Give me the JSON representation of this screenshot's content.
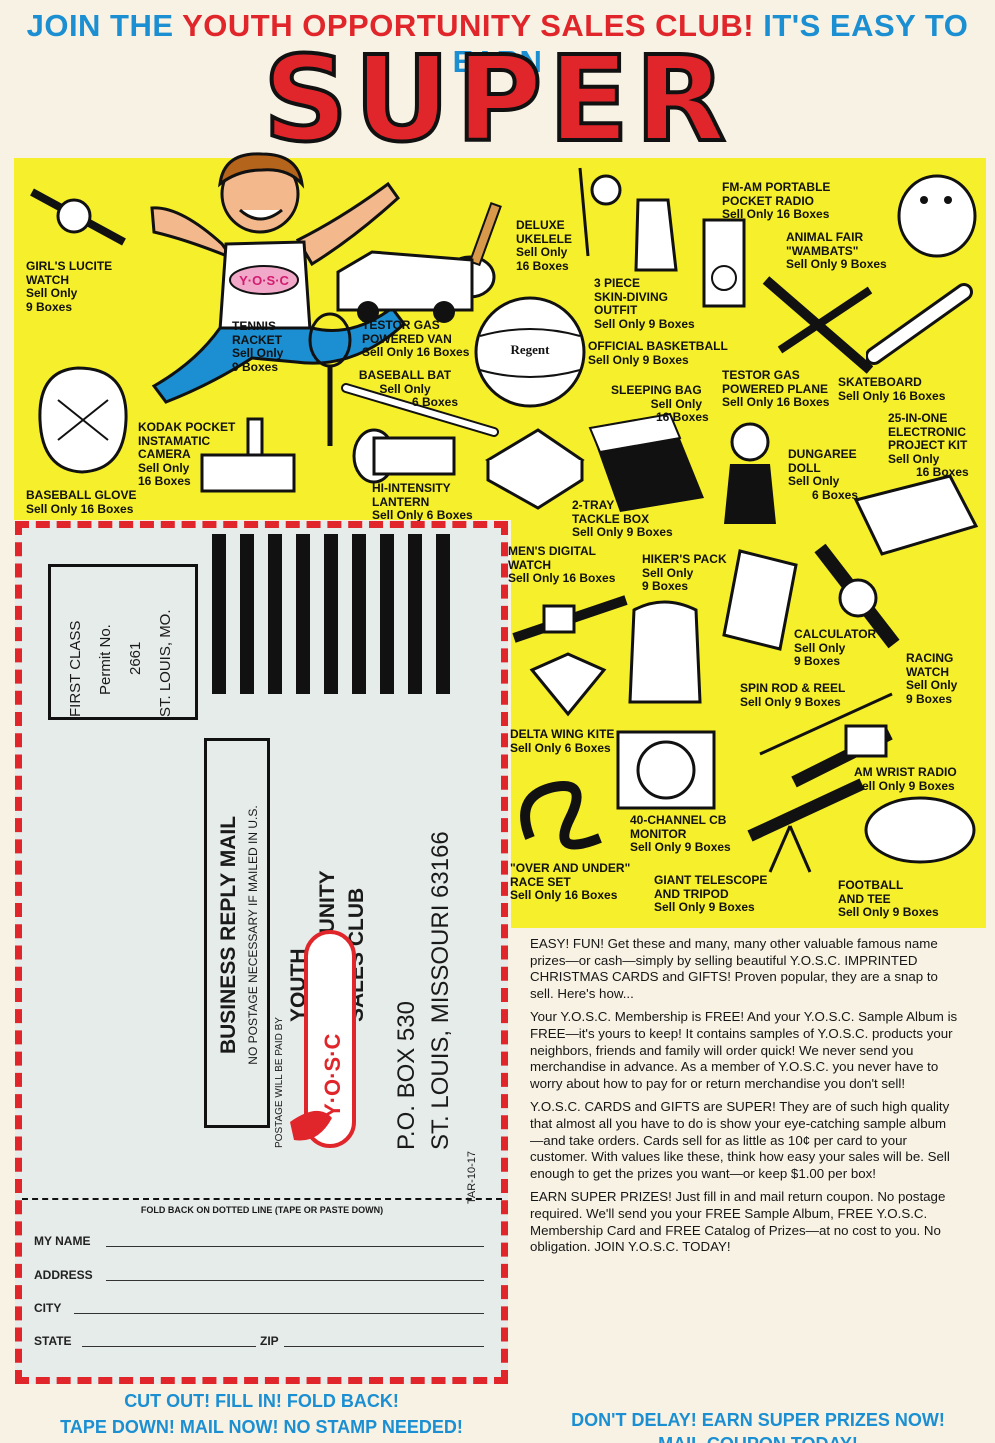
{
  "header": {
    "part1": "JOIN THE",
    "part2": "YOUTH OPPORTUNITY SALES CLUB!",
    "part3": "IT'S EASY TO EARN",
    "title": "SUPER PRIZES"
  },
  "colors": {
    "red": "#e0262a",
    "blue": "#1b8fd2",
    "yellow": "#f6ef2b"
  },
  "mascot": {
    "shirt_text": "Y·O·S·C"
  },
  "prizes": [
    {
      "name": "GIRL'S LUCITE",
      "line2": "WATCH",
      "line3": "Sell Only",
      "line4": "9 Boxes"
    },
    {
      "name": "DELUXE",
      "line2": "UKELELE",
      "line3": "Sell Only",
      "line4": "16 Boxes"
    },
    {
      "name": "FM-AM PORTABLE",
      "line2": "POCKET RADIO",
      "line3": "Sell Only 16 Boxes",
      "line4": ""
    },
    {
      "name": "ANIMAL FAIR",
      "line2": "\"WAMBATS\"",
      "line3": "Sell Only 9 Boxes",
      "line4": ""
    },
    {
      "name": "3 PIECE",
      "line2": "SKIN-DIVING",
      "line3": "OUTFIT",
      "line4": "Sell Only 9 Boxes"
    },
    {
      "name": "TENNIS",
      "line2": "RACKET",
      "line3": "Sell Only",
      "line4": "9 Boxes"
    },
    {
      "name": "TESTOR GAS",
      "line2": "POWERED VAN",
      "line3": "Sell Only 16 Boxes",
      "line4": ""
    },
    {
      "name": "OFFICIAL BASKETBALL",
      "line2": "Sell Only 9 Boxes",
      "line3": "",
      "line4": ""
    },
    {
      "name": "BASEBALL BAT",
      "line2": "Sell Only",
      "line3": "6 Boxes",
      "line4": ""
    },
    {
      "name": "SLEEPING BAG",
      "line2": "Sell Only",
      "line3": "16 Boxes",
      "line4": ""
    },
    {
      "name": "TESTOR GAS",
      "line2": "POWERED PLANE",
      "line3": "Sell Only 16 Boxes",
      "line4": ""
    },
    {
      "name": "SKATEBOARD",
      "line2": "Sell Only 16 Boxes",
      "line3": "",
      "line4": ""
    },
    {
      "name": "KODAK POCKET",
      "line2": "INSTAMATIC",
      "line3": "CAMERA",
      "line4": "Sell Only",
      "line5": "16 Boxes"
    },
    {
      "name": "25-IN-ONE",
      "line2": "ELECTRONIC",
      "line3": "PROJECT KIT",
      "line4": "Sell Only",
      "line5": "16 Boxes"
    },
    {
      "name": "DUNGAREE",
      "line2": "DOLL",
      "line3": "Sell Only",
      "line4": "6 Boxes"
    },
    {
      "name": "HI-INTENSITY",
      "line2": "LANTERN",
      "line3": "Sell Only 6 Boxes",
      "line4": ""
    },
    {
      "name": "BASEBALL GLOVE",
      "line2": "Sell Only 16 Boxes",
      "line3": "",
      "line4": ""
    },
    {
      "name": "2-TRAY",
      "line2": "TACKLE BOX",
      "line3": "Sell Only 9 Boxes",
      "line4": ""
    },
    {
      "name": "MEN'S DIGITAL",
      "line2": "WATCH",
      "line3": "Sell Only 16 Boxes",
      "line4": ""
    },
    {
      "name": "HIKER'S PACK",
      "line2": "Sell Only",
      "line3": "9 Boxes",
      "line4": ""
    },
    {
      "name": "CALCULATOR",
      "line2": "Sell Only",
      "line3": "9 Boxes",
      "line4": ""
    },
    {
      "name": "RACING",
      "line2": "WATCH",
      "line3": "Sell Only",
      "line4": "9 Boxes"
    },
    {
      "name": "SPIN ROD & REEL",
      "line2": "Sell Only 9 Boxes",
      "line3": "",
      "line4": ""
    },
    {
      "name": "DELTA WING KITE",
      "line2": "Sell Only 6 Boxes",
      "line3": "",
      "line4": ""
    },
    {
      "name": "AM WRIST RADIO",
      "line2": "Sell Only 9 Boxes",
      "line3": "",
      "line4": ""
    },
    {
      "name": "40-CHANNEL CB",
      "line2": "MONITOR",
      "line3": "Sell Only 9 Boxes",
      "line4": ""
    },
    {
      "name": "\"OVER AND UNDER\"",
      "line2": "RACE SET",
      "line3": "Sell Only 16 Boxes",
      "line4": ""
    },
    {
      "name": "GIANT TELESCOPE",
      "line2": "AND TRIPOD",
      "line3": "Sell Only 9 Boxes",
      "line4": ""
    },
    {
      "name": "FOOTBALL",
      "line2": "AND TEE",
      "line3": "Sell Only 9 Boxes",
      "line4": ""
    }
  ],
  "product_labels": {
    "basketball": "Regent"
  },
  "mailer": {
    "first_class": "FIRST CLASS",
    "permit": "Permit No.",
    "permit_no": "2661",
    "permit_city": "ST. LOUIS, MO.",
    "brm_title": "BUSINESS REPLY MAIL",
    "brm_sub": "NO POSTAGE NECESSARY IF MAILED IN U.S.",
    "postage_paid": "POSTAGE WILL BE PAID BY",
    "addressee1": "YOUTH",
    "addressee2": "OPPORTUNITY",
    "addressee3": "SALES CLUB",
    "logo": "Y·O·S·C",
    "po_box": "P.O. BOX 530",
    "city": "ST. LOUIS, MISSOURI 63166",
    "code": "TAR-10-17"
  },
  "form": {
    "fold": "FOLD BACK ON DOTTED LINE (TAPE OR PASTE DOWN)",
    "name": "MY NAME",
    "address": "ADDRESS",
    "city": "CITY",
    "state": "STATE",
    "zip": "ZIP"
  },
  "bottom_left": {
    "line1": "CUT OUT!  FILL IN!  FOLD BACK!",
    "line2": "TAPE DOWN!  MAIL NOW!  NO STAMP NEEDED!"
  },
  "bottom_right": {
    "line1": "DON'T DELAY! EARN SUPER PRIZES NOW!",
    "line2": "MAIL COUPON TODAY!"
  },
  "copy": {
    "p1": "EASY! FUN! Get these and many, many other valuable famous name prizes—or cash—simply by selling beautiful Y.O.S.C. IMPRINTED CHRISTMAS CARDS and GIFTS! Proven popular, they are a snap to sell. Here's how...",
    "p2": "Your Y.O.S.C. Membership is FREE! And your Y.O.S.C. Sample Album is FREE—it's yours to keep! It contains samples of Y.O.S.C. products your neighbors, friends and family will order quick! We never send you merchandise in advance. As a member of Y.O.S.C. you never have to worry about how to pay for or return merchandise you don't sell!",
    "p3": "Y.O.S.C. CARDS and GIFTS are SUPER! They are of such high quality that almost all you have to do is show your eye-catching sample album—and take orders. Cards sell for as little as 10¢ per card to your customer. With values like these, think how easy your sales will be. Sell enough to get the prizes you want—or keep $1.00 per box!",
    "p4": "EARN SUPER PRIZES! Just fill in and mail return coupon. No postage required. We'll send you your FREE Sample Album, FREE Y.O.S.C. Membership Card and FREE Catalog of Prizes—at no cost to you. No obligation. JOIN Y.O.S.C. TODAY!"
  }
}
